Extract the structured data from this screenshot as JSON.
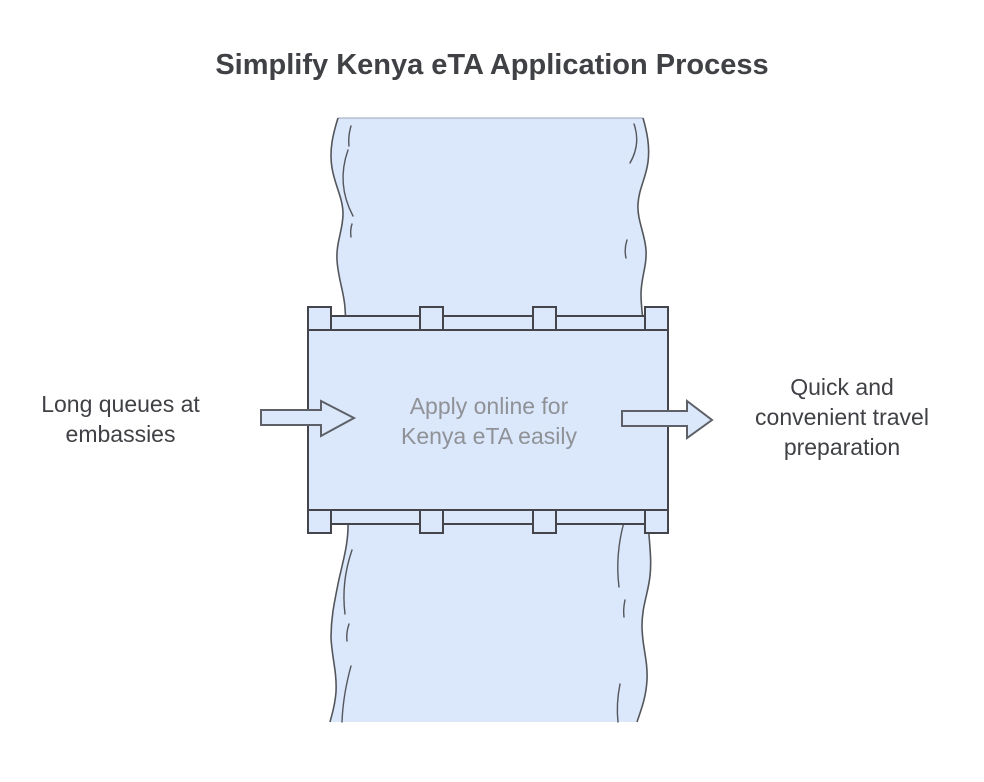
{
  "page": {
    "background": "#ffffff"
  },
  "header": {
    "title": "Simplify Kenya eTA Application Process"
  },
  "diagram": {
    "problem_label": "Long queues at embassies",
    "solution_label": "Apply online for Kenya eTA easily",
    "outcome_label": "Quick and convenient travel preparation",
    "icons": {
      "river": "vertical-river-stream",
      "bridge": "bridge-deck-with-railings",
      "left_arrow": "block-arrow-right",
      "right_arrow": "block-arrow-right"
    }
  },
  "colors": {
    "page_background": "#ffffff",
    "shape_fill": "#dbe7fb",
    "shape_stroke": "#43454a",
    "river_stroke": "#53565b",
    "river_top_edge": "#9aa4b5",
    "arrow_stroke": "#5d6167",
    "title_text": "#3f4145",
    "label_text": "#3f4145",
    "solution_text": "#8f9296"
  }
}
